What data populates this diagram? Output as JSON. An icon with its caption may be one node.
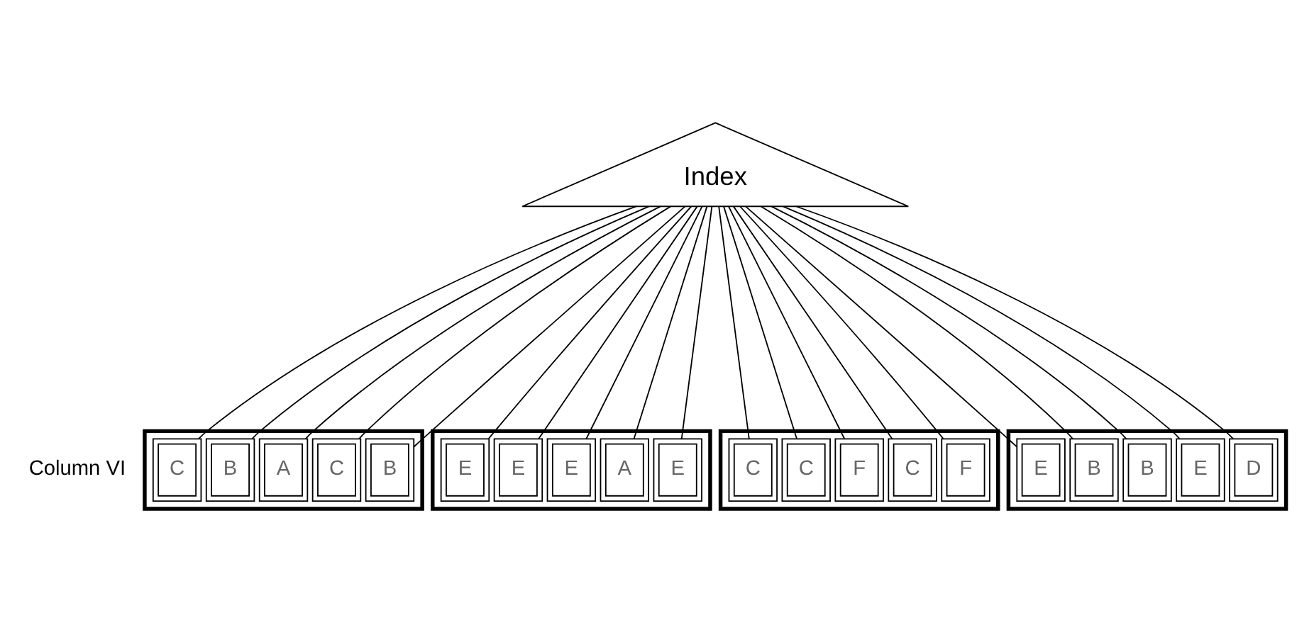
{
  "diagram": {
    "nodes": [
      {
        "text": [
          "Index"
        ]
      },
      {
        "text": [],
        "shape": "box"
      },
      {
        "text": [
          "C"
        ],
        "in": 1
      },
      {
        "text": [
          "B"
        ],
        "in": 1
      },
      {
        "text": [
          "A"
        ],
        "in": 1
      },
      {
        "text": [
          "C"
        ],
        "in": 1
      },
      {
        "text": [
          "B"
        ],
        "in": 1
      },
      {
        "text": [],
        "shape": "box"
      },
      {
        "text": [
          "E"
        ],
        "in": 7
      },
      {
        "text": [
          "E"
        ],
        "in": 7
      },
      {
        "text": [
          "E"
        ],
        "in": 7
      },
      {
        "text": [
          "A"
        ],
        "in": 7
      },
      {
        "text": [
          "E"
        ],
        "in": 7
      },
      {
        "text": [],
        "shape": "box"
      },
      {
        "text": [
          "C"
        ],
        "in": 13
      },
      {
        "text": [
          "C"
        ],
        "in": 13
      },
      {
        "text": [
          "F"
        ],
        "in": 13
      },
      {
        "text": [
          "C"
        ],
        "in": 13
      },
      {
        "text": [
          "F"
        ],
        "in": 13
      },
      {
        "text": [],
        "shape": "box"
      },
      {
        "text": [
          "E"
        ],
        "in": 19
      },
      {
        "text": [
          "B"
        ],
        "in": 19
      },
      {
        "text": [
          "B"
        ],
        "in": 19
      },
      {
        "text": [
          "E"
        ],
        "in": 19
      },
      {
        "text": [
          "D"
        ],
        "in": 19
      }
    ],
    "edges": [
      {
        "from": 0,
        "to": 2,
        "arrow": "none"
      },
      {
        "from": 0,
        "to": 3,
        "arrow": "none"
      },
      {
        "from": 0,
        "to": 4,
        "arrow": "none"
      },
      {
        "from": 0,
        "to": 5,
        "arrow": "none"
      },
      {
        "from": 0,
        "to": 6,
        "arrow": "none"
      },
      {
        "from": 0,
        "to": 8,
        "arrow": "none"
      },
      {
        "from": 0,
        "to": 9,
        "arrow": "none"
      },
      {
        "from": 0,
        "to": 10,
        "arrow": "none"
      },
      {
        "from": 0,
        "to": 11,
        "arrow": "none"
      },
      {
        "from": 0,
        "to": 12,
        "arrow": "none"
      },
      {
        "from": 0,
        "to": 14,
        "arrow": "none"
      },
      {
        "from": 0,
        "to": 15,
        "arrow": "none"
      },
      {
        "from": 0,
        "to": 16,
        "arrow": "none"
      },
      {
        "from": 0,
        "to": 17,
        "arrow": "none"
      },
      {
        "from": 0,
        "to": 18,
        "arrow": "none"
      },
      {
        "from": 0,
        "to": 20,
        "arrow": "none"
      },
      {
        "from": 0,
        "to": 21,
        "arrow": "none"
      },
      {
        "from": 0,
        "to": 22,
        "arrow": "none"
      },
      {
        "from": 0,
        "to": 23,
        "arrow": "none"
      },
      {
        "from": 0,
        "to": 24,
        "arrow": "none"
      }
    ],
    "labels": [
      "Column VI"
    ]
  }
}
